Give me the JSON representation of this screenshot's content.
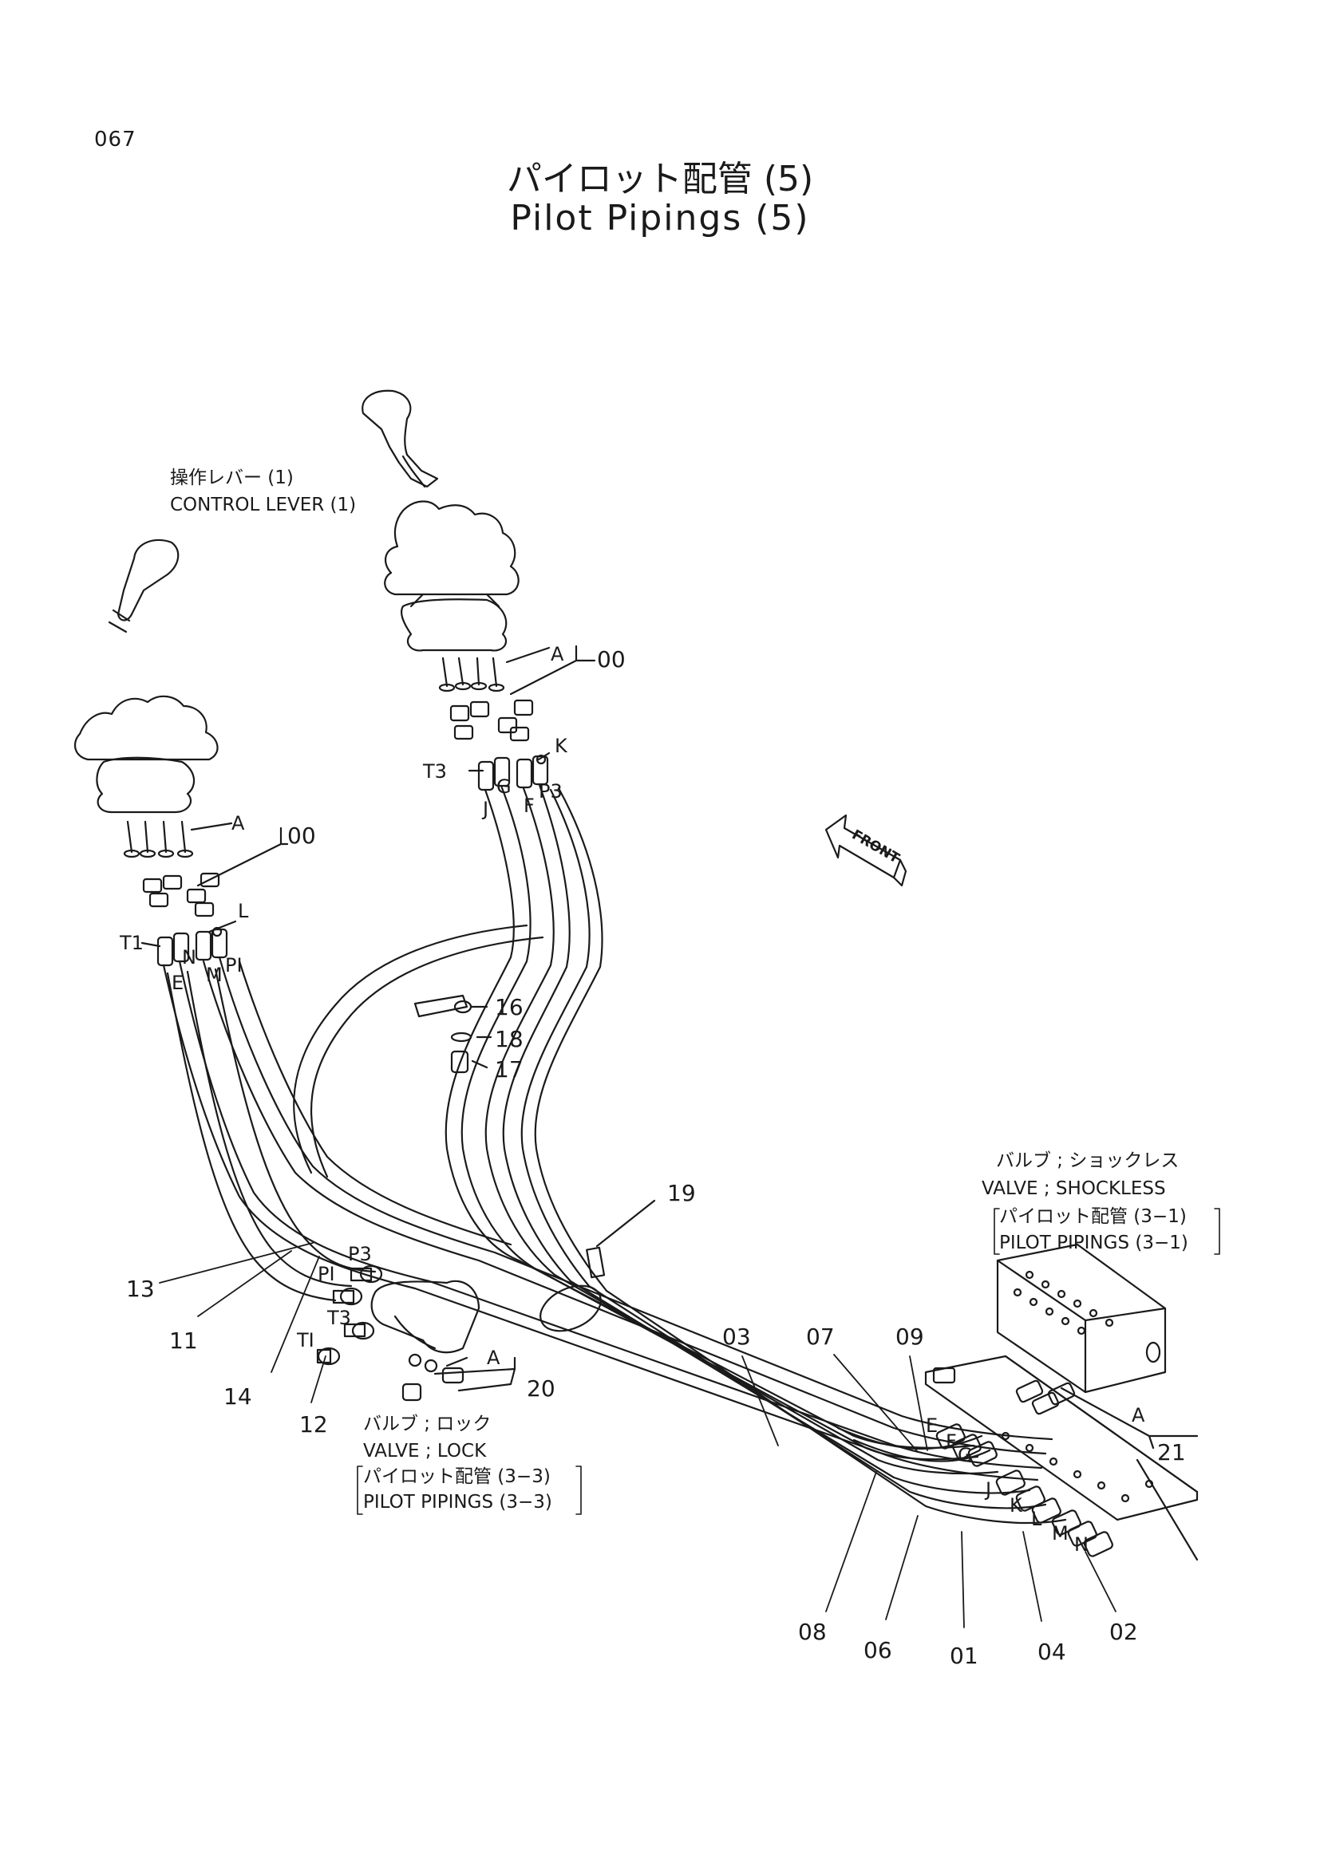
{
  "page_number": "067",
  "title_jp": "パイロット配管 (5)",
  "title_en": "Pilot Pipings (5)",
  "front_label": "FRONT",
  "notes": {
    "control_lever_jp": "操作レバー (1)",
    "control_lever_en": "CONTROL  LEVER (1)",
    "valve_shockless_jp": "バルブ ; ショックレス",
    "valve_shockless_en": "VALVE ; SHOCKLESS",
    "valve_shockless_ref_jp": "パイロット配管 (3−1)",
    "valve_shockless_ref_en": "PILOT  PIPINGS (3−1)",
    "valve_lock_jp": "バルブ ; ロック",
    "valve_lock_en": "VALVE ; LOCK",
    "valve_lock_ref_jp": "パイロット配管 (3−3)",
    "valve_lock_ref_en": "PILOT  PIPINGS (3−3)"
  },
  "part_numbers": {
    "p00_right": "00",
    "p00_left": "00",
    "p16": "16",
    "p18": "18",
    "p17": "17",
    "p19": "19",
    "p13": "13",
    "p11": "11",
    "p14": "14",
    "p12": "12",
    "p20": "20",
    "p03": "03",
    "p07": "07",
    "p09": "09",
    "p21": "21",
    "p08": "08",
    "p06": "06",
    "p01": "01",
    "p04": "04",
    "p02": "02"
  },
  "port_letters": {
    "a_right": "A",
    "k_right": "K",
    "t3_right": "T3",
    "j_right": "J",
    "g_right": "G",
    "f_right": "F",
    "p3_right": "P3",
    "a_left": "A",
    "l_left": "L",
    "t1_left": "T1",
    "n_left": "N",
    "e_left": "E",
    "m_left": "M",
    "p1_left": "PI",
    "p3_lock": "P3",
    "p1_lock": "PI",
    "t3_lock": "T3",
    "t1_lock": "TI",
    "a_lock": "A",
    "a_valve": "A",
    "e_valve": "E",
    "f_valve": "F",
    "g_valve": "G",
    "j_valve": "J",
    "k_valve": "K",
    "l_valve": "L",
    "m_valve": "M",
    "n_valve": "N"
  }
}
